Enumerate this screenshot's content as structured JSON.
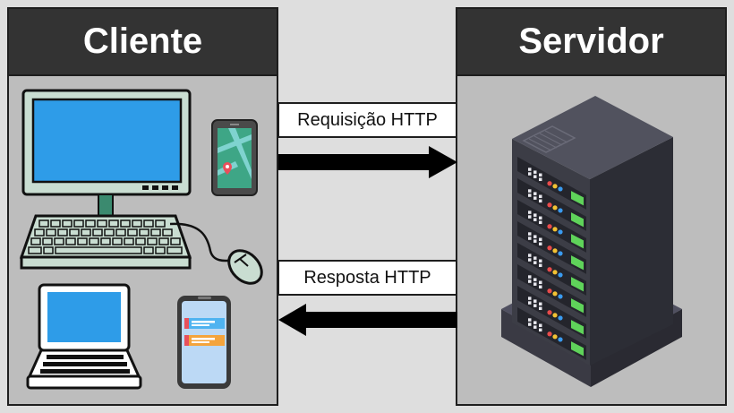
{
  "client": {
    "title": "Cliente"
  },
  "server": {
    "title": "Servidor"
  },
  "request": {
    "label": "Requisição HTTP",
    "direction": "client-to-server"
  },
  "response": {
    "label": "Resposta HTTP",
    "direction": "server-to-client"
  },
  "icons": [
    "desktop-computer-icon",
    "smartphone-map-icon",
    "laptop-icon",
    "smartphone-app-icon",
    "server-rack-icon"
  ],
  "colors": {
    "header": "#333333",
    "panel": "#bdbdbd",
    "screen": "#2e9ce8",
    "arrow": "#000000",
    "background": "#dedede"
  }
}
